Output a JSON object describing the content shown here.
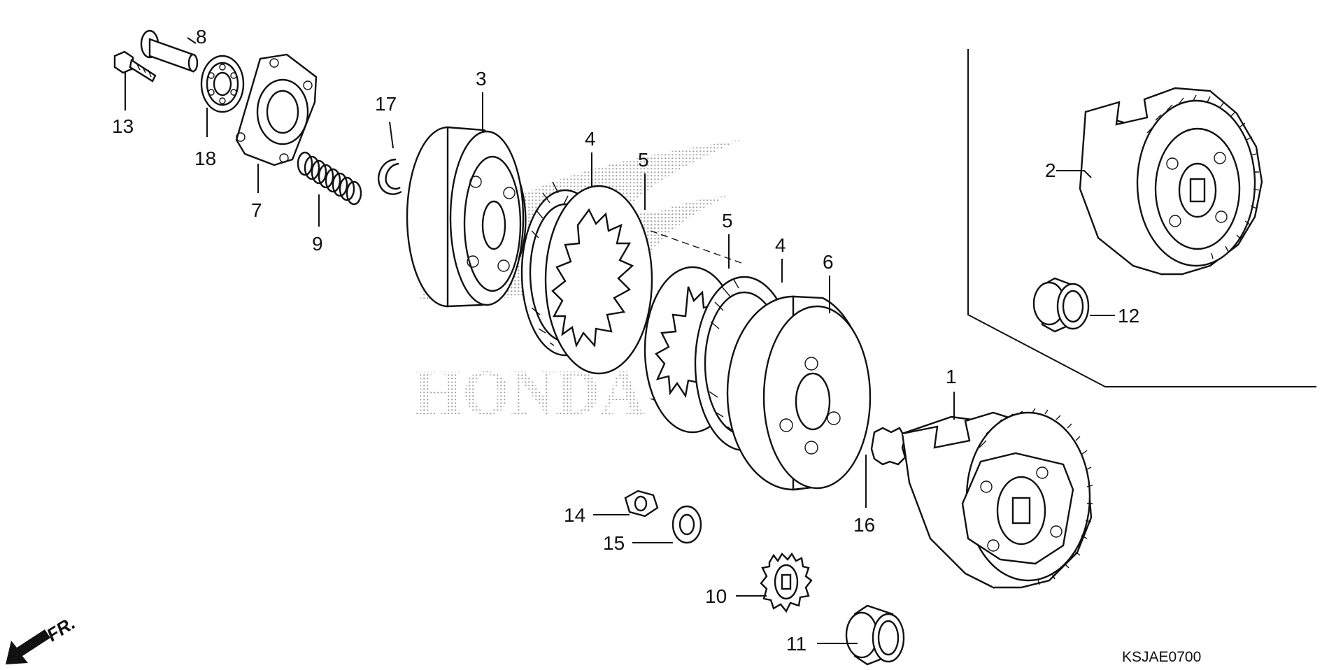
{
  "diagram": {
    "code": "KSJAE0700",
    "watermark": "HONDA",
    "direction": "FR.",
    "labels": {
      "p1": "1",
      "p2": "2",
      "p3": "3",
      "p4a": "4",
      "p4b": "4",
      "p5a": "5",
      "p5b": "5",
      "p6": "6",
      "p7": "7",
      "p8": "8",
      "p9": "9",
      "p10": "10",
      "p11": "11",
      "p12": "12",
      "p13": "13",
      "p14": "14",
      "p15": "15",
      "p16": "16",
      "p17": "17",
      "p18": "18"
    }
  },
  "colors": {
    "ink": "#111111",
    "watermark": "#bdbdbd",
    "background": "#ffffff"
  }
}
